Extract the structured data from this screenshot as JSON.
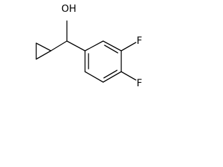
{
  "molecule": {
    "labels": {
      "hydroxyl": "OH",
      "fluorine_meta": "F",
      "fluorine_para": "F"
    },
    "colors": {
      "bond": "#000000",
      "label": "#000000",
      "background": "#ffffff"
    }
  }
}
